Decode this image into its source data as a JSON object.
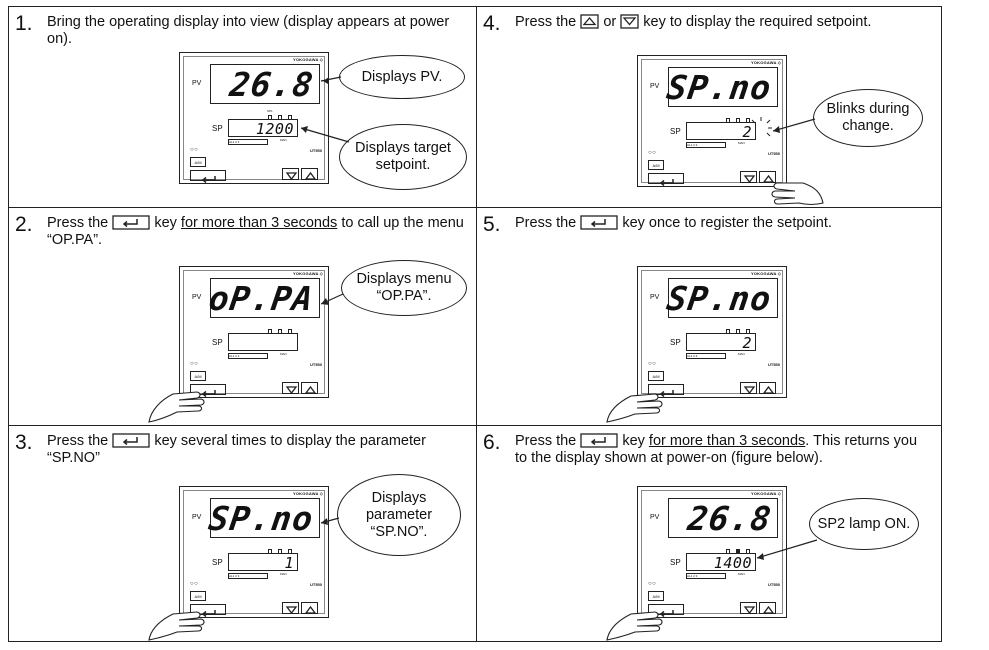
{
  "steps": [
    {
      "num": "1.",
      "text": "Bring the operating display into view (display appears at power on).",
      "pv": "26.8",
      "sp": "1200",
      "callouts": [
        "Displays PV.",
        "Displays target setpoint."
      ]
    },
    {
      "num": "2.",
      "pre": "Press the",
      "mid": "key",
      "underline": "for more than 3 seconds",
      "post": "to call up the menu “OP.PA”.",
      "pv": "oP.PA",
      "sp": "",
      "callouts": [
        "Displays menu “OP.PA”."
      ]
    },
    {
      "num": "3.",
      "pre": "Press the",
      "post": "key several times to display the parameter “SP.NO”",
      "pv": "SP.no",
      "sp": "1",
      "callouts": [
        "Displays parameter “SP.NO”."
      ]
    },
    {
      "num": "4.",
      "pre": "Press the",
      "mid": "or",
      "post": "key to display the required setpoint.",
      "pv": "SP.no",
      "sp": "2",
      "callouts": [
        "Blinks during change."
      ]
    },
    {
      "num": "5.",
      "pre": "Press the",
      "post": "key once to register the setpoint.",
      "pv": "SP.no",
      "sp": "2",
      "callouts": []
    },
    {
      "num": "6.",
      "pre": "Press the",
      "mid": "key",
      "underline": "for more than 3 seconds",
      "post": ". This returns you to the display shown at power-on (figure below).",
      "pv": "26.8",
      "sp": "1400",
      "callouts": [
        "SP2 lamp ON."
      ]
    }
  ],
  "device": {
    "brand": "YOKOGAWA ◇",
    "pv_label": "PV",
    "sp_label": "SP",
    "model": "UT550",
    "am_label": "A/M",
    "set_label": "SET/ENT",
    "lamp_labels": [
      "SP1",
      "2",
      "3"
    ],
    "bar_label": "AL1  2  3",
    "man_label": "MAN",
    "dots": "○○"
  },
  "colors": {
    "line": "#222222",
    "background": "#ffffff"
  }
}
